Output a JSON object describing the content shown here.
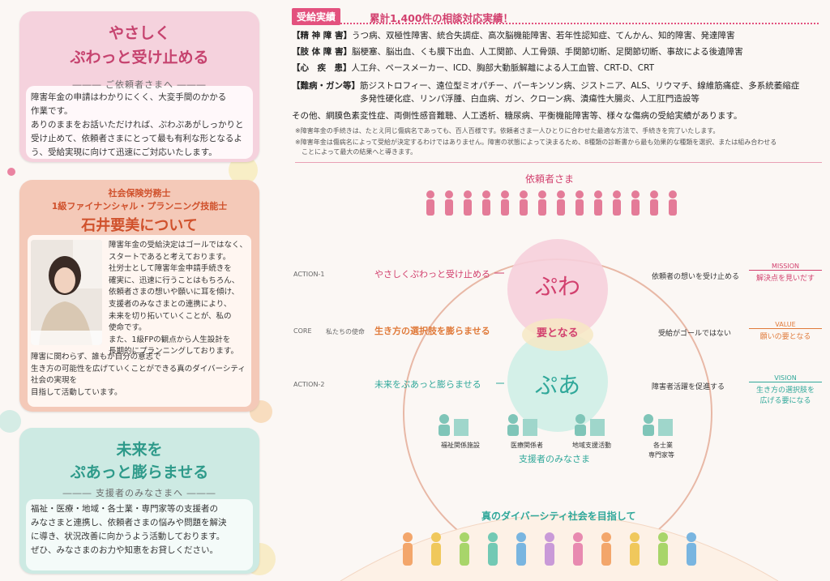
{
  "left": {
    "card1": {
      "title_line1": "やさしく",
      "title_line2": "ぷわっと受け止める",
      "subtitle": "ご依頼者さまへ",
      "lines": [
        "障害年金の申請はわかりにくく、大変手間のかかる",
        "作業です。",
        "ありのままをお話いただければ、ぷわぷあがしっかりと",
        "受け止めて、依頼者さまにとって最も有利な形となるよ",
        "う、受給実現に向けて迅速にご対応いたします。"
      ]
    },
    "card2": {
      "role1": "社会保険労務士",
      "role2": "1級ファイナンシャル・プランニング技能士",
      "name": "石井要美について",
      "lines_right": [
        "障害年金の受給決定はゴールではなく、",
        "スタートであると考えております。",
        "社労士として障害年金申請手続きを",
        "確実に、迅速に行うことはもちろん、",
        "依頼者さまの想いや願いに耳を傾け、",
        "支援者のみなさまとの連携により、",
        "未来を切り拓いていくことが、私の",
        "使命です。",
        "また、1級FPの観点から人生設計を",
        "長期的にプランニングしております。"
      ],
      "lines_bottom": [
        "障害に関わらず、誰もが自分の意志で",
        "生き方の可能性を広げていくことができる真のダイバーシティ社会の実現を",
        "目指して活動しています。"
      ]
    },
    "card3": {
      "title_line1": "未来を",
      "title_line2": "ぷあっと膨らませる",
      "subtitle": "支援者のみなさまへ",
      "lines": [
        "福祉・医療・地域・各士業・専門家等の支援者の",
        "みなさまと連携し、依頼者さまの悩みや問題を解決",
        "に導き、状況改善に向かうよう活動しております。",
        "ぜひ、みなさまのお力や知恵をお貸しください。"
      ]
    }
  },
  "right": {
    "badge": "受給実績",
    "lead": "累計1,400件の相談対応実績！",
    "categories": [
      {
        "label": "【精 神 障 害】",
        "text": "うつ病、双極性障害、統合失調症、高次脳機能障害、若年性認知症、てんかん、知的障害、発達障害"
      },
      {
        "label": "【肢 体 障 害】",
        "text": "脳梗塞、脳出血、くも膜下出血、人工関節、人工骨頭、手関節切断、足関節切断、事故による後遺障害"
      },
      {
        "label": "【心　疾　患】",
        "text": "人工弁、ペースメーカー、ICD、胸部大動脈解離による人工血管、CRT-D、CRT"
      },
      {
        "label": "【難病・ガン等】",
        "text": "筋ジストロフィー、遠位型ミオパチー、パーキンソン病、ジストニア、ALS、リウマチ、線維筋痛症、多系統萎縮症"
      },
      {
        "label": "",
        "text": "多発性硬化症、リンパ浮腫、白血病、ガン、クローン病、潰瘍性大腸炎、人工肛門造設等"
      }
    ],
    "other": "その他、網膜色素変性症、両側性感音難聴、人工透析、糖尿病、平衡機能障害等、様々な傷病の受給実績があります。",
    "notes": [
      "※障害年金の手続きは、たとえ同じ傷病名であっても、百人百様です。依頼者さま一人ひとりに合わせた最適な方法で、手続きを完了いたします。",
      "※障害年金は傷病名によって受給が決定するわけではありません。障害の状態によって決まるため、8種類の診断書から最も効果的な種類を選択、または組み合わせる",
      "ことによって最大の結果へと導きます。"
    ]
  },
  "diagram": {
    "top_label": "依頼者さま",
    "puwa": "ぷわ",
    "kaname": "要となる",
    "pua": "ぷあ",
    "action1_tag": "ACTION-1",
    "action1_text": "やさしくぷわっと受け止める",
    "core_tag": "CORE",
    "core_small": "私たちの使命",
    "core_text": "生き方の選択肢を膨らませる",
    "action2_tag": "ACTION-2",
    "action2_text": "未来をぷあっと膨らませる",
    "right1": "依頼者の想いを受け止める",
    "right2": "受給がゴールではない",
    "right3": "障害者活躍を促進する",
    "mission_tag": "MISSION",
    "mission_text": "解決点を見いだす",
    "value_tag": "VALUE",
    "value_text": "願いの要となる",
    "vision_tag": "VISION",
    "vision_line1": "生き方の選択肢を",
    "vision_line2": "広げる要になる",
    "supporters": [
      "福祉関係施設",
      "医療関係者",
      "地域支援活動",
      "各士業",
      "専門家等"
    ],
    "supporters_label": "支援者のみなさま",
    "bottom_text": "真のダイバーシティ社会を目指して"
  }
}
